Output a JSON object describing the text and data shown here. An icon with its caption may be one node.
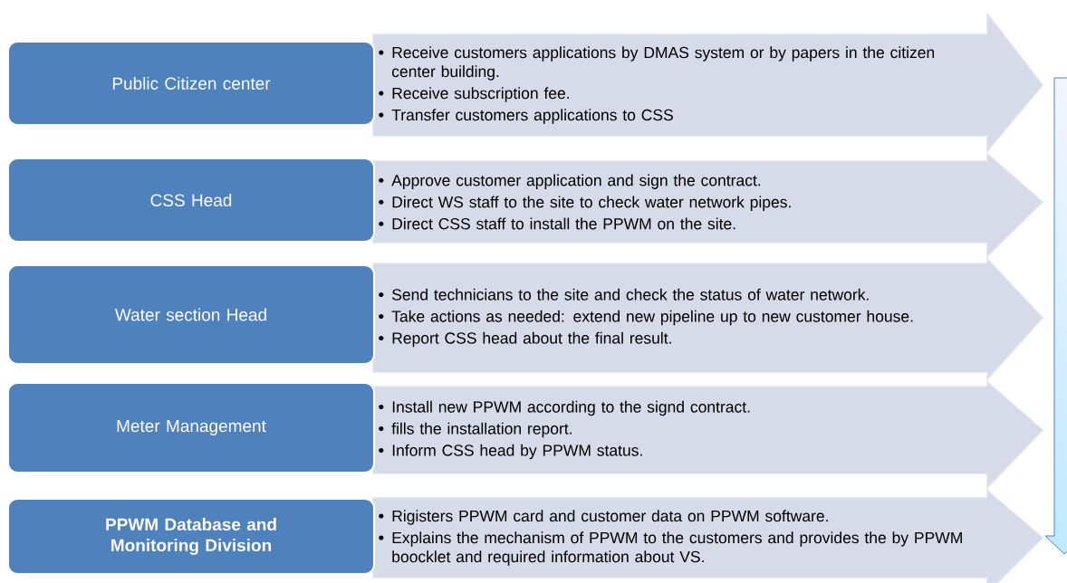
{
  "diagram": {
    "nodes": [
      {
        "text": [
          "Public Citizen center"
        ]
      },
      {
        "text": [
          "Receive customers applications by DMAS system or by papers in the citizen center building.",
          "Receive subscription fee.",
          "Transfer customers applications to CSS"
        ]
      },
      {
        "text": [
          "CSS Head"
        ]
      },
      {
        "text": [
          "Approve customer application and sign the contract.",
          "Direct WS staff to the site to check water network pipes.",
          "Direct CSS staff to install the PPWM on the site."
        ]
      },
      {
        "text": [
          "Water section Head"
        ]
      },
      {
        "text": [
          "Send technicians to the site and check the status of water network.",
          "Take actions as needed: extend new pipeline up to new customer house.",
          "Report CSS head about the final result."
        ]
      },
      {
        "text": [
          "Meter Management"
        ]
      },
      {
        "text": [
          "Install new PPWM according to the signd contract.",
          "fills the installation report.",
          "Inform CSS head by PPWM status."
        ]
      },
      {
        "text": [
          "PPWM Database  and Monitoring Division"
        ]
      },
      {
        "text": [
          "Rigisters PPWM card and customer data on PPWM software.",
          "Explains the mechanism of PPWM to the customers and provides the by PPWM boocklet and required information about VS."
        ]
      }
    ]
  }
}
